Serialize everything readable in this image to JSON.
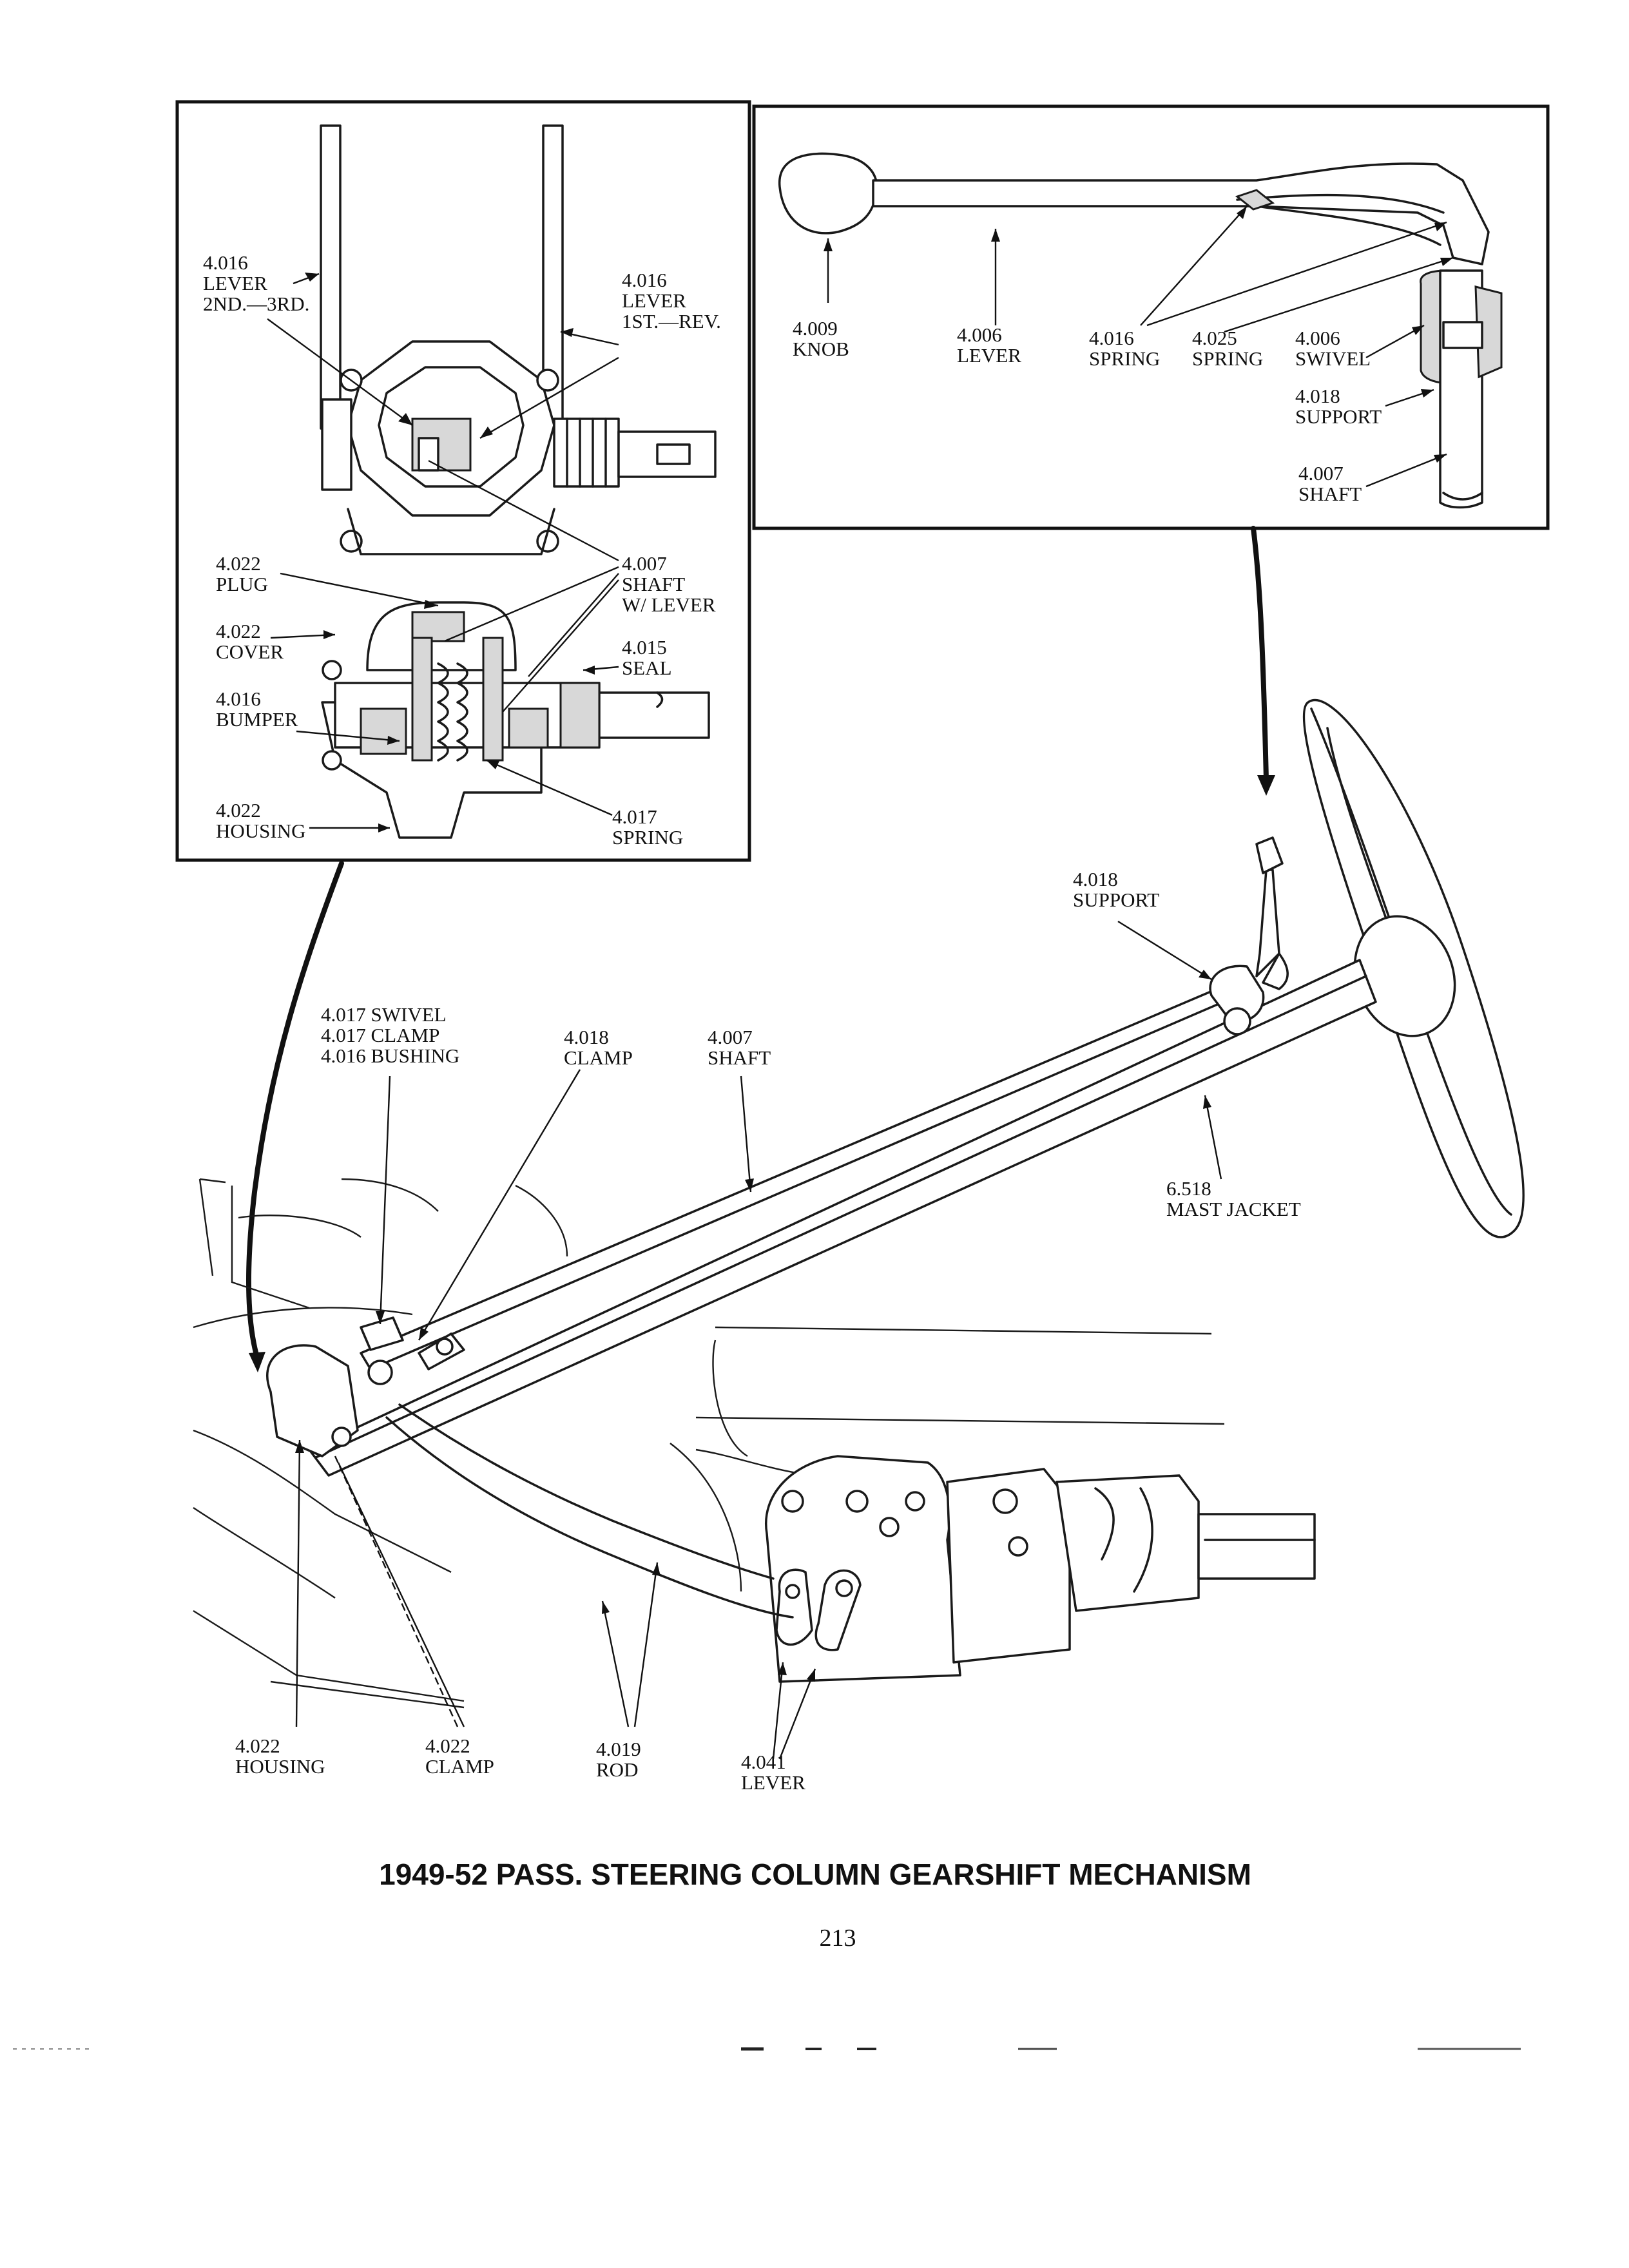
{
  "inset_left": {
    "labels": {
      "lever_2nd_3rd": [
        "4.016",
        "LEVER",
        "2ND.—3RD."
      ],
      "lever_1st_rev": [
        "4.016",
        "LEVER",
        "1ST.—REV."
      ],
      "plug": [
        "4.022",
        "PLUG"
      ],
      "shaft_w_lever": [
        "4.007",
        "SHAFT",
        "W/ LEVER"
      ],
      "cover": [
        "4.022",
        "COVER"
      ],
      "seal": [
        "4.015",
        "SEAL"
      ],
      "bumper": [
        "4.016",
        "BUMPER"
      ],
      "housing": [
        "4.022",
        "HOUSING"
      ],
      "spring": [
        "4.017",
        "SPRING"
      ]
    }
  },
  "inset_right": {
    "labels": {
      "knob": [
        "4.009",
        "KNOB"
      ],
      "lever": [
        "4.006",
        "LEVER"
      ],
      "spring_4016": [
        "4.016",
        "SPRING"
      ],
      "spring_4025": [
        "4.025",
        "SPRING"
      ],
      "swivel": [
        "4.006",
        "SWIVEL"
      ],
      "support": [
        "4.018",
        "SUPPORT"
      ],
      "shaft": [
        "4.007",
        "SHAFT"
      ]
    }
  },
  "main": {
    "labels": {
      "support": [
        "4.018",
        "SUPPORT"
      ],
      "swivel_clamp_bushing": [
        "4.017 SWIVEL",
        "4.017 CLAMP",
        "4.016 BUSHING"
      ],
      "clamp": [
        "4.018",
        "CLAMP"
      ],
      "shaft": [
        "4.007",
        "SHAFT"
      ],
      "mast_jacket": [
        "6.518",
        "MAST JACKET"
      ],
      "housing": [
        "4.022",
        "HOUSING"
      ],
      "clamp_4022": [
        "4.022",
        "CLAMP"
      ],
      "rod": [
        "4.019",
        "ROD"
      ],
      "lever_4041": [
        "4.041",
        "LEVER"
      ]
    }
  },
  "caption": {
    "title": "1949-52 PASS. STEERING COLUMN GEARSHIFT MECHANISM",
    "page_number": "213"
  }
}
